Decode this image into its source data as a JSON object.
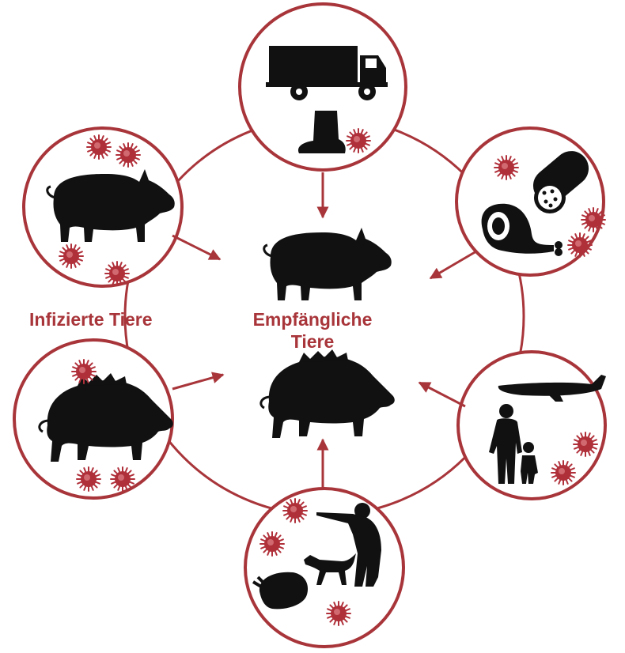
{
  "labels": {
    "infected_animals": "Infizierte Tiere",
    "susceptible_line1": "Empfängliche",
    "susceptible_line2": "Tiere"
  },
  "colors": {
    "ring": "#a8353a",
    "label": "#a8353a",
    "virus": "#b0303a",
    "silhouette": "#111111",
    "background": "#ffffff"
  },
  "nodes": [
    {
      "id": "transport",
      "icons": [
        "truck-icon",
        "boot-icon",
        "virus-icon"
      ]
    },
    {
      "id": "meat-products",
      "icons": [
        "sausage-icon",
        "ham-icon",
        "virus-icon"
      ]
    },
    {
      "id": "travel",
      "icons": [
        "airplane-icon",
        "adult-child-icon",
        "virus-icon"
      ]
    },
    {
      "id": "hunting",
      "icons": [
        "hunter-icon",
        "dog-icon",
        "dead-boar-icon",
        "virus-icon"
      ]
    },
    {
      "id": "infected-wild-boar",
      "icons": [
        "wild-boar-icon",
        "virus-icon"
      ]
    },
    {
      "id": "infected-pig",
      "icons": [
        "pig-icon",
        "virus-icon"
      ]
    }
  ],
  "center": {
    "icons": [
      "pig-icon",
      "wild-boar-icon"
    ]
  }
}
